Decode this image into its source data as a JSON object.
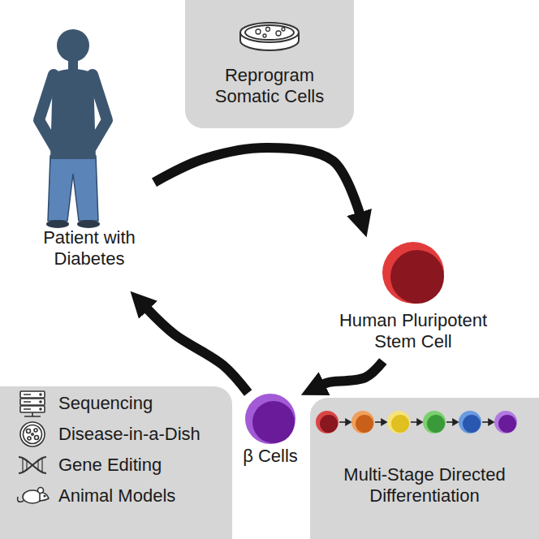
{
  "diagram": {
    "nodes": [
      {
        "text": [
          "Reprogram Somatic Cells"
        ]
      },
      {
        "text": [
          "Patient with Diabetes"
        ]
      },
      {
        "text": [
          "Human Pluripotent Stem Cell"
        ]
      },
      {
        "text": [
          "Sequencing",
          "Disease-in-a-Dish",
          "Gene Editing",
          "Animal Models"
        ]
      },
      {
        "text": [
          "β Cells"
        ]
      },
      {
        "text": [
          "Multi-Stage Directed Differentiation"
        ]
      }
    ],
    "edges": [
      {
        "from": 1,
        "to": 2,
        "arrow": "to"
      },
      {
        "from": 2,
        "to": 4,
        "arrow": "to"
      },
      {
        "from": 4,
        "to": 1,
        "arrow": "to"
      }
    ]
  }
}
